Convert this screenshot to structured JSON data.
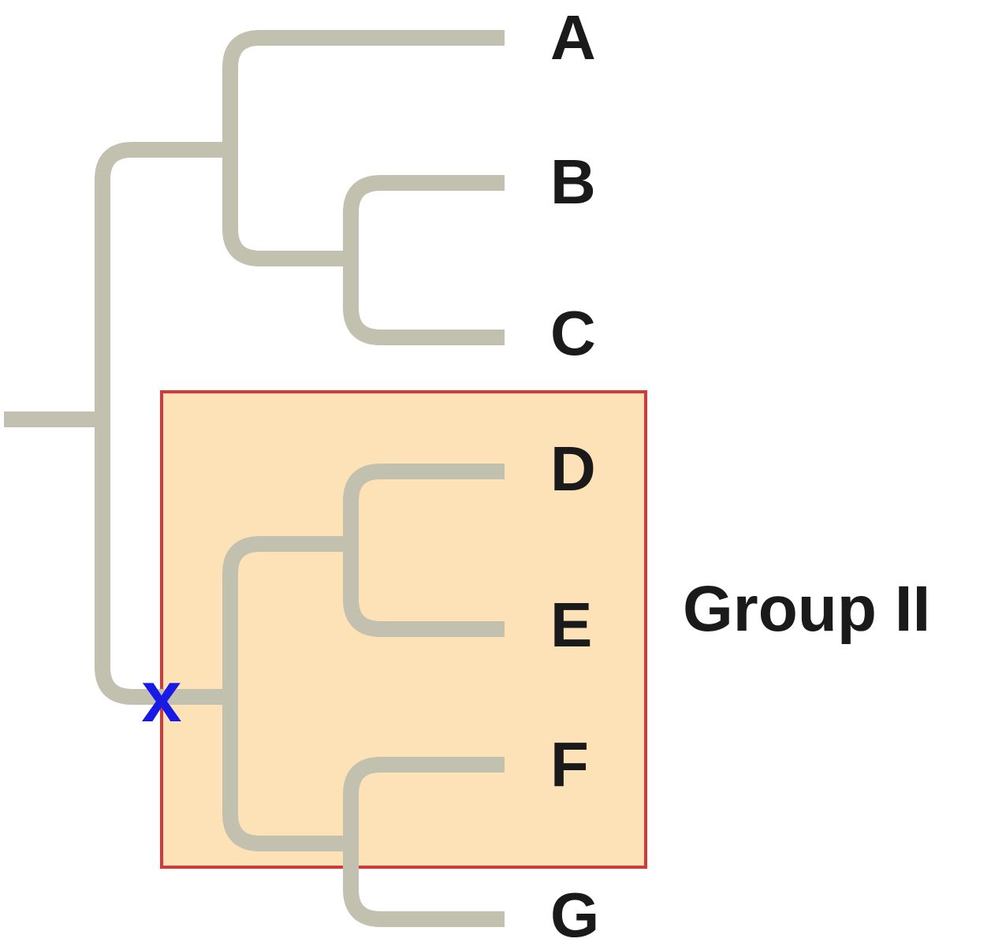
{
  "taxa": [
    "A",
    "B",
    "C",
    "D",
    "E",
    "F",
    "G"
  ],
  "group": {
    "label": "Group II",
    "members": [
      "D",
      "E",
      "F"
    ],
    "fill_color": "#fde2b8",
    "border_color": "#d23a3a"
  },
  "marker": {
    "symbol": "x",
    "color": "#1a1ae6"
  },
  "branch_color": "#c2c0af"
}
